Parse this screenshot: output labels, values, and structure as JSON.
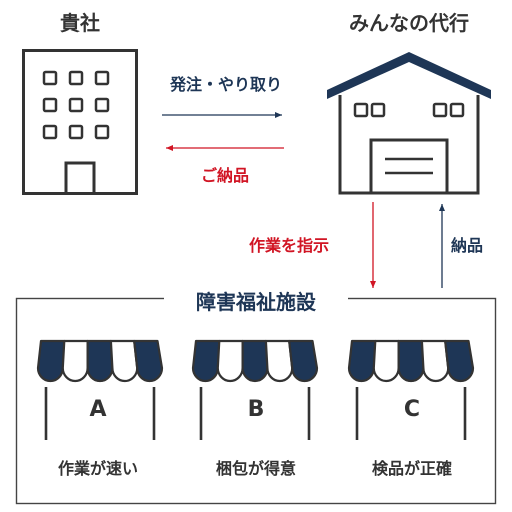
{
  "parties": {
    "company": "貴社",
    "agency": "みんなの代行"
  },
  "flows": {
    "order": "発注・やり取り",
    "delivery_to_company": "ご納品",
    "instruct": "作業を指示",
    "delivery_to_agency": "納品"
  },
  "facility": {
    "title": "障害福祉施設",
    "shops": [
      {
        "letter": "A",
        "caption": "作業が速い"
      },
      {
        "letter": "B",
        "caption": "梱包が得意"
      },
      {
        "letter": "C",
        "caption": "検品が正確"
      }
    ]
  },
  "colors": {
    "navy": "#1e3656",
    "red": "#d11524",
    "gray": "#333333"
  }
}
